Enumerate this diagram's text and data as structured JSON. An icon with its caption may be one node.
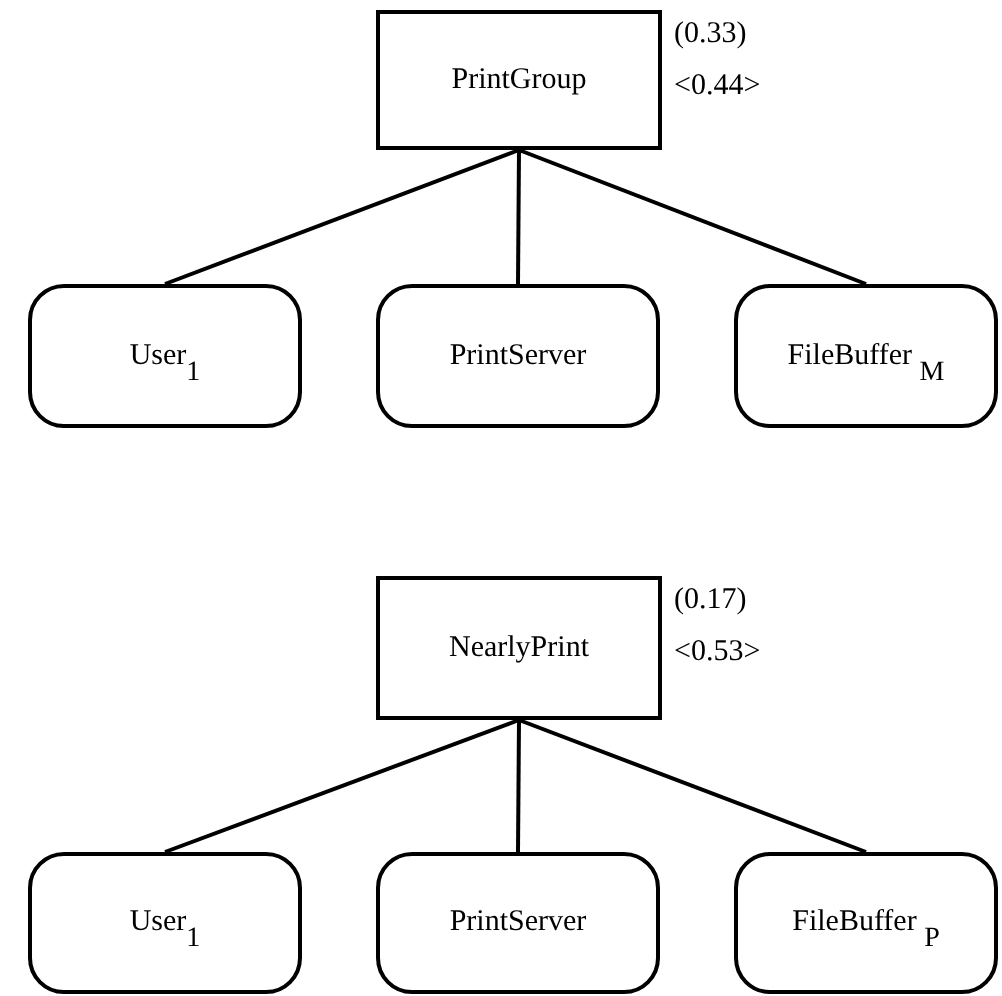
{
  "diagram": {
    "nodes": [
      {
        "text": [
          "PrintGroup"
        ],
        "beside": [
          "(0.33)",
          "<0.44>"
        ]
      },
      {
        "text": [
          "User$_{1}$"
        ]
      },
      {
        "text": [
          "PrintServer"
        ]
      },
      {
        "text": [
          "FileBuffer $_{M}$"
        ]
      },
      {
        "text": [
          "NearlyPrint"
        ],
        "beside": [
          "(0.17)",
          "<0.53>"
        ]
      },
      {
        "text": [
          "User$_{1}$"
        ]
      },
      {
        "text": [
          "PrintServer"
        ]
      },
      {
        "text": [
          "FileBuffer $_{P}$"
        ]
      }
    ],
    "edges": [
      {
        "from": 0,
        "to": 1,
        "arrow": "none"
      },
      {
        "from": 0,
        "to": 2,
        "arrow": "none"
      },
      {
        "from": 0,
        "to": 3,
        "arrow": "none"
      },
      {
        "from": 4,
        "to": 5,
        "arrow": "none"
      },
      {
        "from": 4,
        "to": 6,
        "arrow": "none"
      },
      {
        "from": 4,
        "to": 7,
        "arrow": "none"
      }
    ]
  }
}
